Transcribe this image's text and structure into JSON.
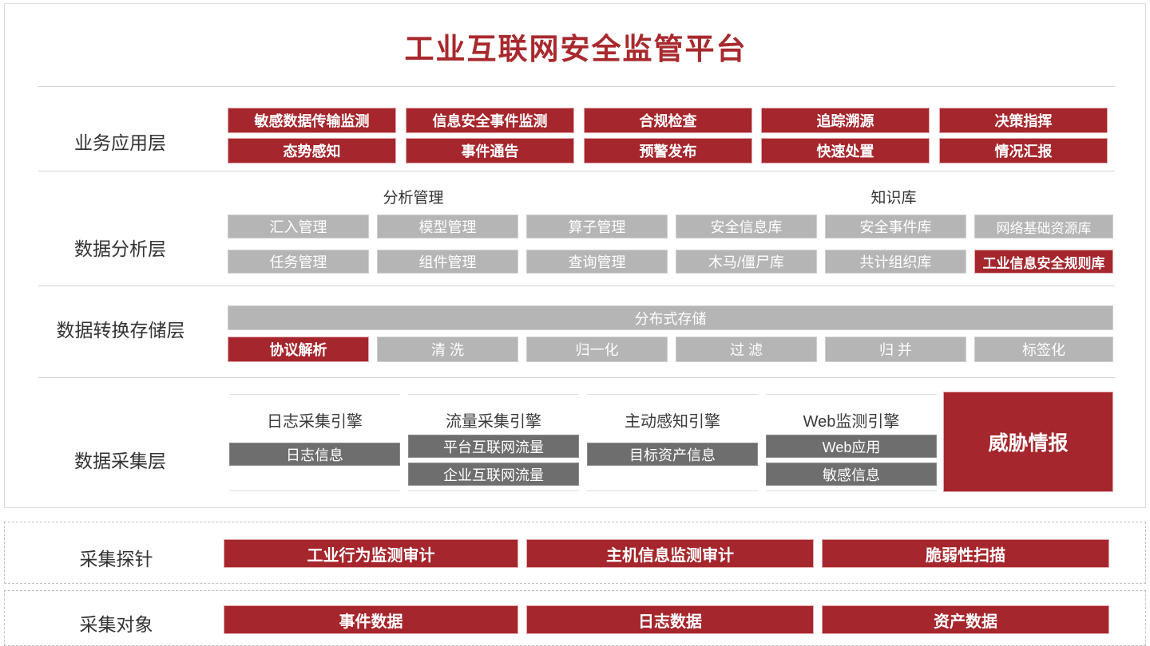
{
  "title": "工业互联网安全监管平台",
  "colors": {
    "brand_red": "#a5262c",
    "gray_box": "#b5b5b5",
    "dark_gray_box": "#6e6e6e",
    "title_red": "#a8292e"
  },
  "layers": {
    "business": {
      "label": "业务应用层",
      "row1": [
        "敏感数据传输监测",
        "信息安全事件监测",
        "合规检查",
        "追踪溯源",
        "决策指挥"
      ],
      "row2": [
        "态势感知",
        "事件通告",
        "预警发布",
        "快速处置",
        "情况汇报"
      ]
    },
    "analysis": {
      "label": "数据分析层",
      "groups": [
        {
          "title": "分析管理",
          "row1": [
            "汇入管理",
            "模型管理",
            "算子管理"
          ],
          "row2": [
            "任务管理",
            "组件管理",
            "查询管理"
          ]
        },
        {
          "title": "知识库",
          "row1": [
            "安全信息库",
            "安全事件库",
            "网络基础资源库"
          ],
          "row2": [
            "木马/僵尸库",
            "共计组织库",
            "工业信息安全规则库"
          ]
        }
      ],
      "highlighted": "工业信息安全规则库"
    },
    "storage": {
      "label": "数据转换存储层",
      "banner": "分布式存储",
      "row": [
        "协议解析",
        "清 洗",
        "归一化",
        "过 滤",
        "归 并",
        "标签化"
      ],
      "highlighted": "协议解析"
    },
    "collection": {
      "label": "数据采集层",
      "engines": [
        {
          "name": "日志采集引擎",
          "items": [
            "日志信息"
          ]
        },
        {
          "name": "流量采集引擎",
          "items": [
            "平台互联网流量",
            "企业互联网流量"
          ]
        },
        {
          "name": "主动感知引擎",
          "items": [
            "目标资产信息"
          ]
        },
        {
          "name": "Web监测引擎",
          "items": [
            "Web应用",
            "敏感信息"
          ]
        }
      ],
      "threat_intel": "威胁情报"
    }
  },
  "probe": {
    "label": "采集探针",
    "items": [
      "工业行为监测审计",
      "主机信息监测审计",
      "脆弱性扫描"
    ]
  },
  "target": {
    "label": "采集对象",
    "items": [
      "事件数据",
      "日志数据",
      "资产数据"
    ]
  }
}
